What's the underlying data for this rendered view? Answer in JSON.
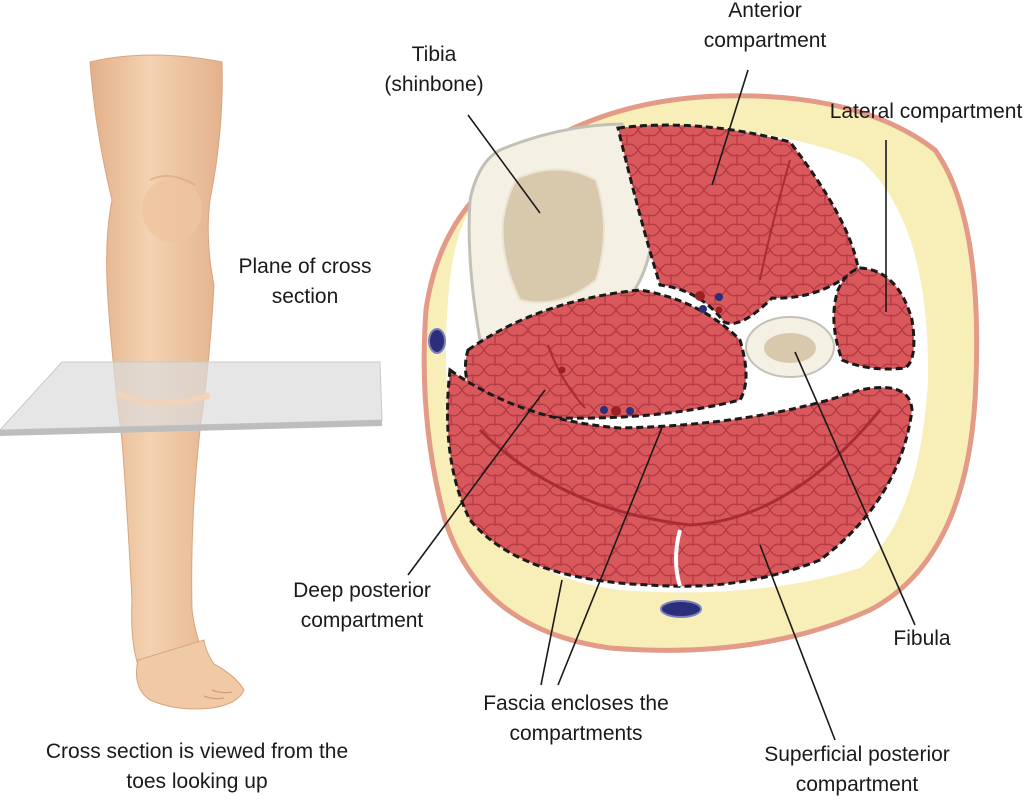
{
  "labels": {
    "tibia": [
      "Tibia",
      "(shinbone)"
    ],
    "anterior": [
      "Anterior",
      "compartment"
    ],
    "lateral": [
      "Lateral compartment"
    ],
    "plane": [
      "Plane of cross",
      "section"
    ],
    "deep_posterior": [
      "Deep posterior",
      "compartment"
    ],
    "fibula": [
      "Fibula"
    ],
    "fascia": [
      "Fascia encloses the",
      "compartments"
    ],
    "superficial_posterior": [
      "Superficial posterior",
      "compartment"
    ],
    "view_note": [
      "Cross section is viewed from the",
      "toes looking up"
    ]
  },
  "colors": {
    "skin": "#f0c9a6",
    "fat": "#f8eeb8",
    "skin_rim": "#e39a86",
    "muscle": "#d9585c",
    "muscle_dark": "#a92c35",
    "bone": "#f5f0e4",
    "marrow": "#d8c9ad",
    "fascia": "#1a1a1a",
    "vein": "#2b2e78",
    "artery": "#9b1f25"
  },
  "icons": [
    "leg-illustration",
    "cross-section-plane",
    "leg-cross-section"
  ]
}
